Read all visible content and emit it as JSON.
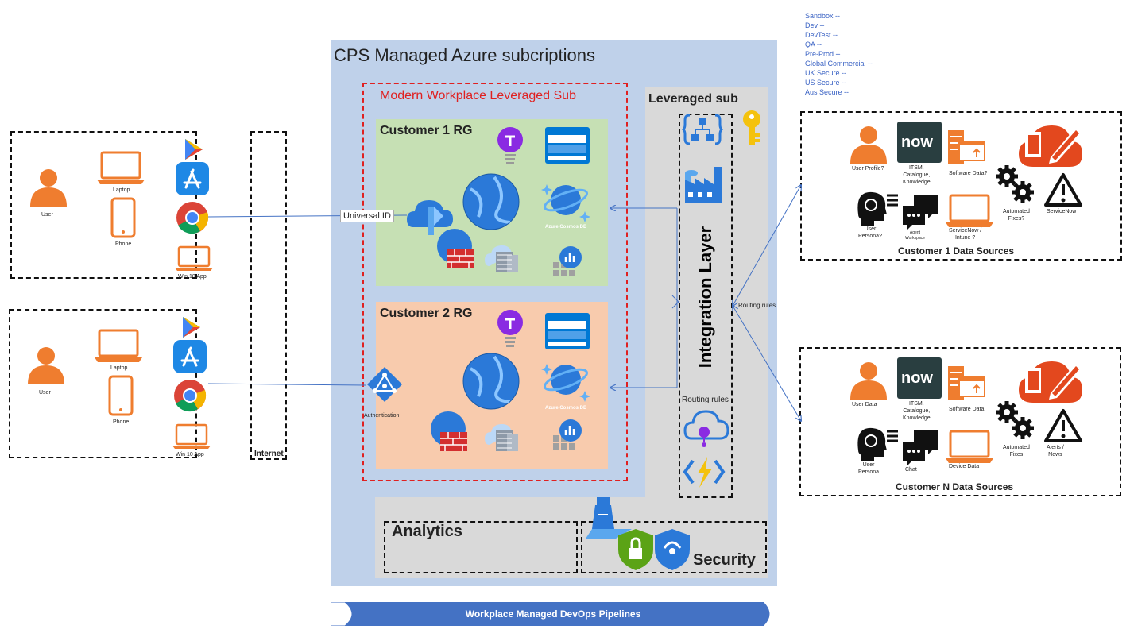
{
  "env_list": [
    "Sandbox --",
    "Dev --",
    "DevTest --",
    "QA --",
    "Pre-Prod --",
    "Global Commercial --",
    "UK Secure --",
    "US Secure --",
    "Aus Secure --"
  ],
  "azure": {
    "title": "CPS Managed Azure subcriptions",
    "modern_workplace": "Modern Workplace Leveraged Sub",
    "customer1_rg": "Customer 1 RG",
    "customer2_rg": "Customer 2 RG",
    "cosmos_label": "Azure Cosmos DB",
    "leveraged_sub": "Leveraged sub",
    "integration_layer": "Integration Layer",
    "routing_rules": "Routing rules",
    "analytics": "Analytics",
    "security": "Security"
  },
  "pipeline": "Workplace Managed DevOps Pipelines",
  "internet": "Internet",
  "universal_id": "Universal ID",
  "authentication": "Authentication",
  "routing_rules_outer": "Routing rules",
  "client_group": {
    "user": "User",
    "laptop": "Laptop",
    "phone": "Phone",
    "win_app": "Win 10 App"
  },
  "ds1": {
    "title": "Customer 1 Data Sources",
    "user_profile": "User Profile?",
    "itsm": "ITSM,\nCatalogue,\nKnowledge",
    "software": "Software Data?",
    "user_persona": "User\nPersona?",
    "agent": "Agent\nWorkspace",
    "servicenow_intune": "ServiceNow /\nIntune ?",
    "auto_fixes": "Automated\nFixes?",
    "servicenow": "ServiceNow"
  },
  "dsn": {
    "title": "Customer N Data Sources",
    "user_data": "User Data",
    "itsm": "ITSM,\nCatalogue,\nKnowledge",
    "software": "Software Data",
    "user_persona": "User\nPersona",
    "chat": "Chat",
    "device": "Device Data",
    "auto_fixes": "Automated\nFixes",
    "alerts": "Alerts /\nNews"
  },
  "now_logo": "now",
  "colors": {
    "orange": "#ef7d2f",
    "azure_blue": "#0078d4",
    "sub_bg": "#bfd1ea",
    "lev_bg": "#d9d9d9",
    "c1_bg": "#c6e0b4",
    "c2_bg": "#f8cbad",
    "red_dash": "#e02020",
    "pipeline": "#4472c4"
  }
}
